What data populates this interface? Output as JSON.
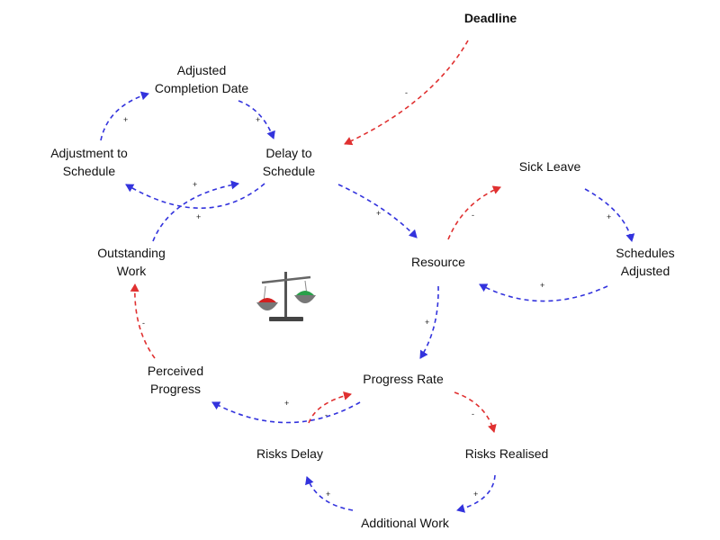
{
  "colors": {
    "reinforcing": "#3333dd",
    "balancing": "#e03030",
    "text": "#111111"
  },
  "icon": "balance-scale-icon",
  "nodes": {
    "deadline": "Deadline",
    "adjusted_completion_date": "Adjusted\nCompletion Date",
    "adjustment_to_schedule": "Adjustment to\nSchedule",
    "delay_to_schedule": "Delay to\nSchedule",
    "sick_leave": "Sick Leave",
    "outstanding_work": "Outstanding\nWork",
    "resource": "Resource",
    "schedules_adjusted": "Schedules\nAdjusted",
    "perceived_progress": "Perceived\nProgress",
    "progress_rate": "Progress Rate",
    "risks_delay": "Risks Delay",
    "risks_realised": "Risks Realised",
    "additional_work": "Additional Work"
  },
  "links": [
    {
      "from": "Deadline",
      "to": "Delay to Schedule",
      "polarity": "-",
      "color": "red"
    },
    {
      "from": "Adjustment to Schedule",
      "to": "Adjusted Completion Date",
      "polarity": "+",
      "color": "blue"
    },
    {
      "from": "Adjusted Completion Date",
      "to": "Delay to Schedule",
      "polarity": "+",
      "color": "blue"
    },
    {
      "from": "Delay to Schedule",
      "to": "Adjustment to Schedule",
      "polarity": "+",
      "color": "blue"
    },
    {
      "from": "Outstanding Work",
      "to": "Delay to Schedule",
      "polarity": "+",
      "color": "blue"
    },
    {
      "from": "Delay to Schedule",
      "to": "Resource",
      "polarity": "+",
      "color": "blue"
    },
    {
      "from": "Resource",
      "to": "Sick Leave",
      "polarity": "-",
      "color": "red"
    },
    {
      "from": "Sick Leave",
      "to": "Schedules Adjusted",
      "polarity": "+",
      "color": "blue"
    },
    {
      "from": "Schedules Adjusted",
      "to": "Resource",
      "polarity": "+",
      "color": "blue"
    },
    {
      "from": "Resource",
      "to": "Progress Rate",
      "polarity": "+",
      "color": "blue"
    },
    {
      "from": "Progress Rate",
      "to": "Perceived Progress",
      "polarity": "+",
      "color": "blue"
    },
    {
      "from": "Perceived Progress",
      "to": "Outstanding Work",
      "polarity": "-",
      "color": "red"
    },
    {
      "from": "Progress Rate",
      "to": "Risks Realised",
      "polarity": "-",
      "color": "red"
    },
    {
      "from": "Risks Realised",
      "to": "Additional Work",
      "polarity": "+",
      "color": "blue"
    },
    {
      "from": "Additional Work",
      "to": "Risks Delay",
      "polarity": "+",
      "color": "blue"
    },
    {
      "from": "Risks Delay",
      "to": "Progress Rate",
      "polarity": "-",
      "color": "red"
    }
  ]
}
